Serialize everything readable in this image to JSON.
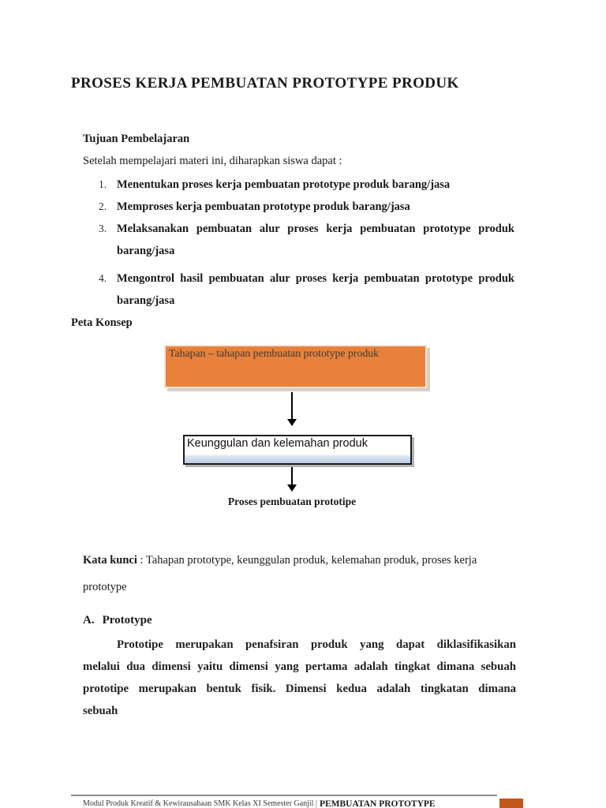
{
  "doc": {
    "title": "PROSES KERJA PEMBUATAN PROTOTYPE PRODUK",
    "tujuan": {
      "heading": "Tujuan Pembelajaran",
      "intro": "Setelah mempelajari  materi ini, diharapkan siswa dapat :",
      "items": [
        {
          "num": "1.",
          "text": "Menentukan proses kerja pembuatan prototype produk barang/jasa"
        },
        {
          "num": "2.",
          "text": "Memproses kerja pembuatan prototype produk barang/jasa"
        },
        {
          "num": "3.",
          "text": "Melaksanakan pembuatan alur proses kerja pembuatan prototype produk barang/jasa"
        },
        {
          "num": "4.",
          "text": "Mengontrol hasil pembuatan alur proses kerja pembuatan prototype produk barang/jasa"
        }
      ]
    },
    "peta_konsep": {
      "heading": "Peta Konsep",
      "node_tahapan": "Tahapan – tahapan pembuatan prototype produk",
      "node_keunggulan": "Keunggulan dan kelemahan produk",
      "node_proses": "Proses pembuatan prototipe"
    },
    "kata_kunci": {
      "label": "Kata kunci",
      "text": " : Tahapan prototype, keunggulan produk, kelemahan produk, proses kerja prototype"
    },
    "section_a": {
      "letter": "A.",
      "heading": "Prototype",
      "paragraph": "Prototipe merupakan penafsiran produk yang dapat diklasifikasikan melalui dua dimensi yaitu dimensi yang pertama adalah tingkat dimana sebuah prototipe merupakan bentuk fisik. Dimensi kedua adalah tingkatan dimana sebuah"
    },
    "footer": {
      "text_regular": "Modul Produk Kreatif & Kewirausahaan SMK Kelas XI Semester Ganjil |",
      "text_bold": "PEMBUATAN PROTOTYPE"
    },
    "colors": {
      "node_tahapan_fill": "#E8813A",
      "node_keunggulan_strip": "#B9CDE3",
      "footer_square": "#C2571B"
    }
  }
}
